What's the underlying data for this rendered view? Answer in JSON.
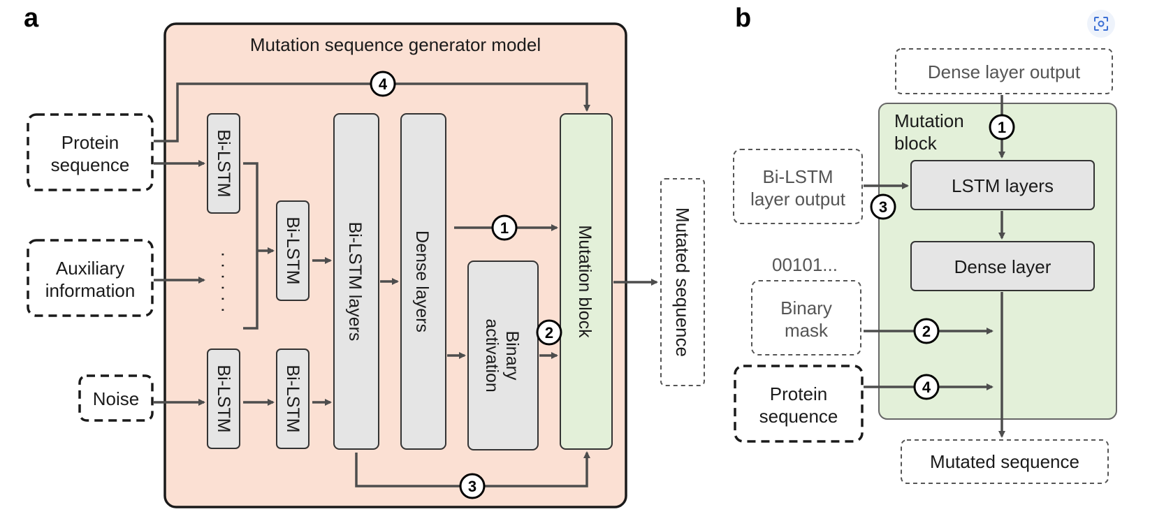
{
  "panel_a": {
    "letter": "a",
    "title": "Mutation sequence generator model",
    "inputs": {
      "protein_line1": "Protein",
      "protein_line2": "sequence",
      "aux_line1": "Auxiliary",
      "aux_line2": "information",
      "noise": "Noise"
    },
    "bilstm": "Bi-LSTM",
    "ellipsis": "· · · · · ·",
    "bilstm_layers": "Bi-LSTM layers",
    "dense_layers": "Dense layers",
    "binary_line1": "Binary",
    "binary_line2": "activation",
    "mutation_block": "Mutation block",
    "output": "Mutated sequence",
    "markers": {
      "m1": "1",
      "m2": "2",
      "m3": "3",
      "m4": "4"
    }
  },
  "panel_b": {
    "letter": "b",
    "dense_output": "Dense layer output",
    "block_line1": "Mutation",
    "block_line2": "block",
    "lstm_layers": "LSTM layers",
    "dense_layer": "Dense layer",
    "bilstm_line1": "Bi-LSTM",
    "bilstm_line2": "layer output",
    "bits": "00101...",
    "mask_line1": "Binary",
    "mask_line2": "mask",
    "protein_line1": "Protein",
    "protein_line2": "sequence",
    "output": "Mutated sequence",
    "markers": {
      "m1": "1",
      "m2": "2",
      "m3": "3",
      "m4": "4"
    }
  },
  "colors": {
    "model_bg": "#fbe0d3",
    "block_green": "#e3f0d9",
    "box_gray": "#e5e5e5",
    "arrow": "#4d4d4d"
  },
  "icons": {
    "corner": "scan-icon"
  }
}
